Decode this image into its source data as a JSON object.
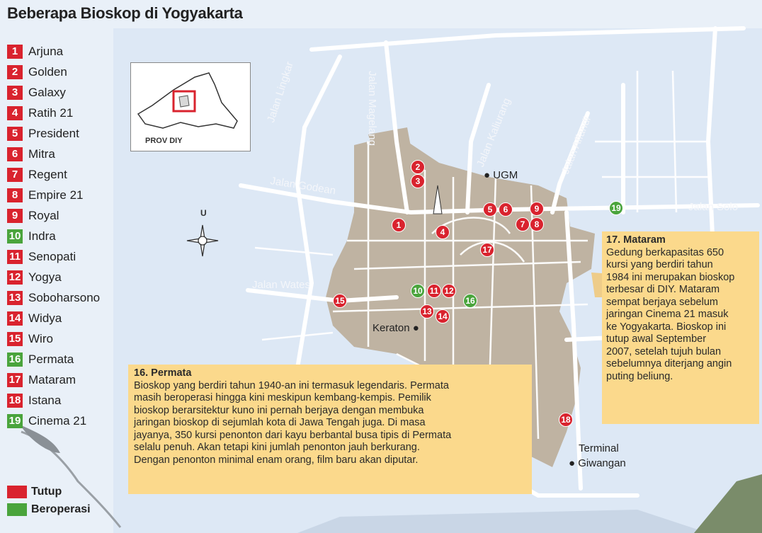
{
  "title": "Beberapa Bioskop di Yogyakarta",
  "colors": {
    "closed": "#d9232e",
    "open": "#4aa43c",
    "land": "#c1b6a6",
    "callout": "#fbd98c",
    "roads": "#ffffff"
  },
  "legend": [
    {
      "num": "1",
      "name": "Arjuna",
      "status": "closed"
    },
    {
      "num": "2",
      "name": "Golden",
      "status": "closed"
    },
    {
      "num": "3",
      "name": "Galaxy",
      "status": "closed"
    },
    {
      "num": "4",
      "name": "Ratih 21",
      "status": "closed"
    },
    {
      "num": "5",
      "name": "President",
      "status": "closed"
    },
    {
      "num": "6",
      "name": "Mitra",
      "status": "closed"
    },
    {
      "num": "7",
      "name": "Regent",
      "status": "closed"
    },
    {
      "num": "8",
      "name": "Empire 21",
      "status": "closed"
    },
    {
      "num": "9",
      "name": "Royal",
      "status": "closed"
    },
    {
      "num": "10",
      "name": "Indra",
      "status": "open"
    },
    {
      "num": "11",
      "name": "Senopati",
      "status": "closed"
    },
    {
      "num": "12",
      "name": "Yogya",
      "status": "closed"
    },
    {
      "num": "13",
      "name": "Soboharsono",
      "status": "closed"
    },
    {
      "num": "14",
      "name": "Widya",
      "status": "closed"
    },
    {
      "num": "15",
      "name": "Wiro",
      "status": "closed"
    },
    {
      "num": "16",
      "name": "Permata",
      "status": "open"
    },
    {
      "num": "17",
      "name": "Mataram",
      "status": "closed"
    },
    {
      "num": "18",
      "name": "Istana",
      "status": "closed"
    },
    {
      "num": "19",
      "name": "Cinema 21",
      "status": "open"
    }
  ],
  "status_key": {
    "closed_label": "Tutup",
    "open_label": "Beroperasi"
  },
  "inset": {
    "label": "PROV DIY"
  },
  "compass": {
    "label": "U"
  },
  "roads": {
    "lingkar": "Jalan Lingkar",
    "magelang": "Jalan Magelang",
    "kaliurang": "Jalan Kaliurang",
    "affandi": "Jalan Affandi",
    "godean": "Jalan Godean",
    "solo": "Jalan Solo",
    "wates": "Jalan Wates"
  },
  "places": {
    "ugm": "UGM",
    "keraton": "Keraton",
    "terminal_1": "Terminal",
    "terminal_2": "Giwangan"
  },
  "markers": [
    {
      "num": "1",
      "status": "closed"
    },
    {
      "num": "2",
      "status": "closed"
    },
    {
      "num": "3",
      "status": "closed"
    },
    {
      "num": "4",
      "status": "closed"
    },
    {
      "num": "5",
      "status": "closed"
    },
    {
      "num": "6",
      "status": "closed"
    },
    {
      "num": "7",
      "status": "closed"
    },
    {
      "num": "8",
      "status": "closed"
    },
    {
      "num": "9",
      "status": "closed"
    },
    {
      "num": "10",
      "status": "open"
    },
    {
      "num": "11",
      "status": "closed"
    },
    {
      "num": "12",
      "status": "closed"
    },
    {
      "num": "13",
      "status": "closed"
    },
    {
      "num": "14",
      "status": "closed"
    },
    {
      "num": "15",
      "status": "closed"
    },
    {
      "num": "16",
      "status": "open"
    },
    {
      "num": "17",
      "status": "closed"
    },
    {
      "num": "18",
      "status": "closed"
    },
    {
      "num": "19",
      "status": "open"
    }
  ],
  "callouts": {
    "mataram": {
      "title": "17. Mataram",
      "lines": [
        "Gedung berkapasitas 650",
        "kursi yang berdiri tahun",
        "1984 ini merupakan bioskop",
        "terbesar di DIY. Mataram",
        "sempat berjaya sebelum",
        "jaringan Cinema 21 masuk",
        "ke Yogyakarta. Bioskop ini",
        "tutup awal September",
        "2007, setelah tujuh bulan",
        "sebelumnya diterjang angin",
        "puting beliung."
      ]
    },
    "permata": {
      "title": "16. Permata",
      "lines": [
        "Bioskop yang berdiri tahun 1940-an ini termasuk legendaris. Permata",
        "masih beroperasi hingga kini meskipun kembang-kempis. Pemilik",
        "bioskop berarsitektur kuno ini pernah berjaya dengan membuka",
        "jaringan bioskop di sejumlah kota di Jawa Tengah juga.  Di masa",
        "jayanya, 350 kursi penonton dari kayu berbantal busa tipis di Permata",
        "selalu penuh. Akan tetapi kini jumlah penonton jauh berkurang.",
        "Dengan penonton minimal enam orang, film baru akan diputar."
      ]
    }
  }
}
